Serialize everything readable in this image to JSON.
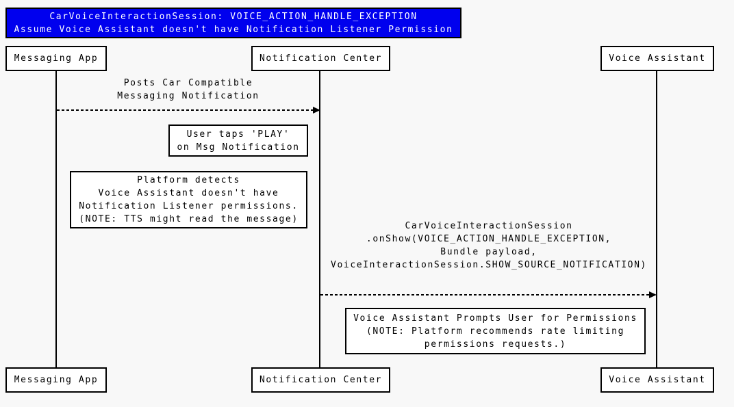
{
  "diagram_type": "sequence-diagram",
  "title": {
    "lines": [
      "CarVoiceInteractionSession: VOICE_ACTION_HANDLE_EXCEPTION",
      "Assume Voice Assistant doesn't have Notification Listener Permission"
    ]
  },
  "participants": [
    {
      "label": "Messaging App"
    },
    {
      "label": "Notification Center"
    },
    {
      "label": "Voice Assistant"
    }
  ],
  "messages": [
    {
      "from": "Messaging App",
      "to": "Notification Center",
      "arrow_style": "dashed",
      "lines": [
        "Posts Car Compatible",
        "Messaging Notification"
      ]
    },
    {
      "from": "Notification Center",
      "to": "Voice Assistant",
      "arrow_style": "dashed",
      "lines": [
        "CarVoiceInteractionSession",
        ".onShow(VOICE_ACTION_HANDLE_EXCEPTION,",
        "Bundle payload,",
        "VoiceInteractionSession.SHOW_SOURCE_NOTIFICATION)"
      ]
    }
  ],
  "notes": [
    {
      "lines": [
        "User taps 'PLAY'",
        "on Msg Notification"
      ]
    },
    {
      "lines": [
        "Platform detects",
        "Voice Assistant doesn't have",
        "Notification Listener permissions.",
        "(NOTE: TTS might read the message)"
      ]
    },
    {
      "lines": [
        "Voice Assistant Prompts User for Permissions",
        "(NOTE: Platform recommends rate limiting",
        "permissions requests.)"
      ]
    }
  ],
  "colors": {
    "canvas_bg": "#F8F8F8",
    "title_bg": "#0000EE",
    "title_text": "#FFFFFF",
    "box_bg": "#FFFFFF",
    "border": "#000000",
    "text": "#000000"
  }
}
